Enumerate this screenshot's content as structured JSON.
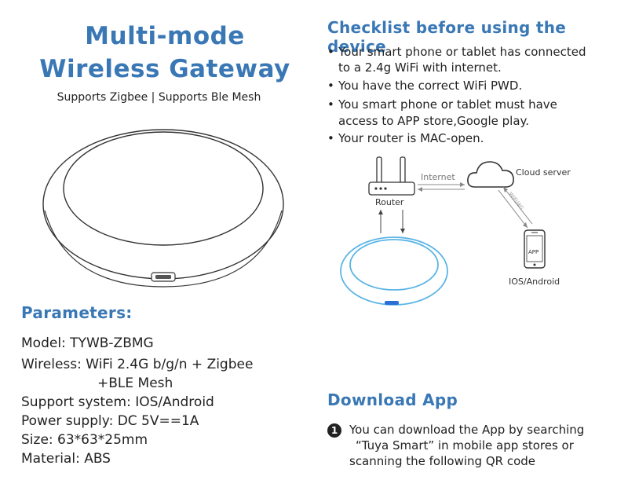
{
  "header": {
    "title_line1": "Multi-mode",
    "title_line2": "Wireless Gateway",
    "subtitle": "Supports Zigbee | Supports Ble Mesh"
  },
  "parameters": {
    "heading": "Parameters:",
    "rows": [
      "Model: TYWB-ZBMG",
      "Wireless: WiFi 2.4G b/g/n + Zigbee",
      "+BLE Mesh",
      "Support system: IOS/Android",
      "Power supply: DC 5V==1A",
      "Size: 63*63*25mm",
      "Material: ABS"
    ]
  },
  "checklist": {
    "heading": "Checklist before using the device",
    "items": [
      "Your smart phone or tablet has connected",
      "to a 2.4g WiFi with internet.",
      "You have the correct WiFi PWD.",
      "You smart phone or tablet must have",
      "access to APP store,Google play.",
      "Your router is MAC-open."
    ]
  },
  "diagram": {
    "internet_label": "Internet",
    "cloud_label": "Cloud server",
    "router_label": "Router",
    "phone_label": "IOS/Android",
    "app_label": "APP",
    "wifi_label": "WiFi/4G"
  },
  "download": {
    "heading": "Download App",
    "step_number": "1",
    "lines": [
      "You can download the App by searching",
      "“Tuya Smart” in mobile app stores or",
      "scanning the following QR code"
    ]
  },
  "colors": {
    "accent": "#3a78b5",
    "device_ring": "#5ab4e6"
  }
}
